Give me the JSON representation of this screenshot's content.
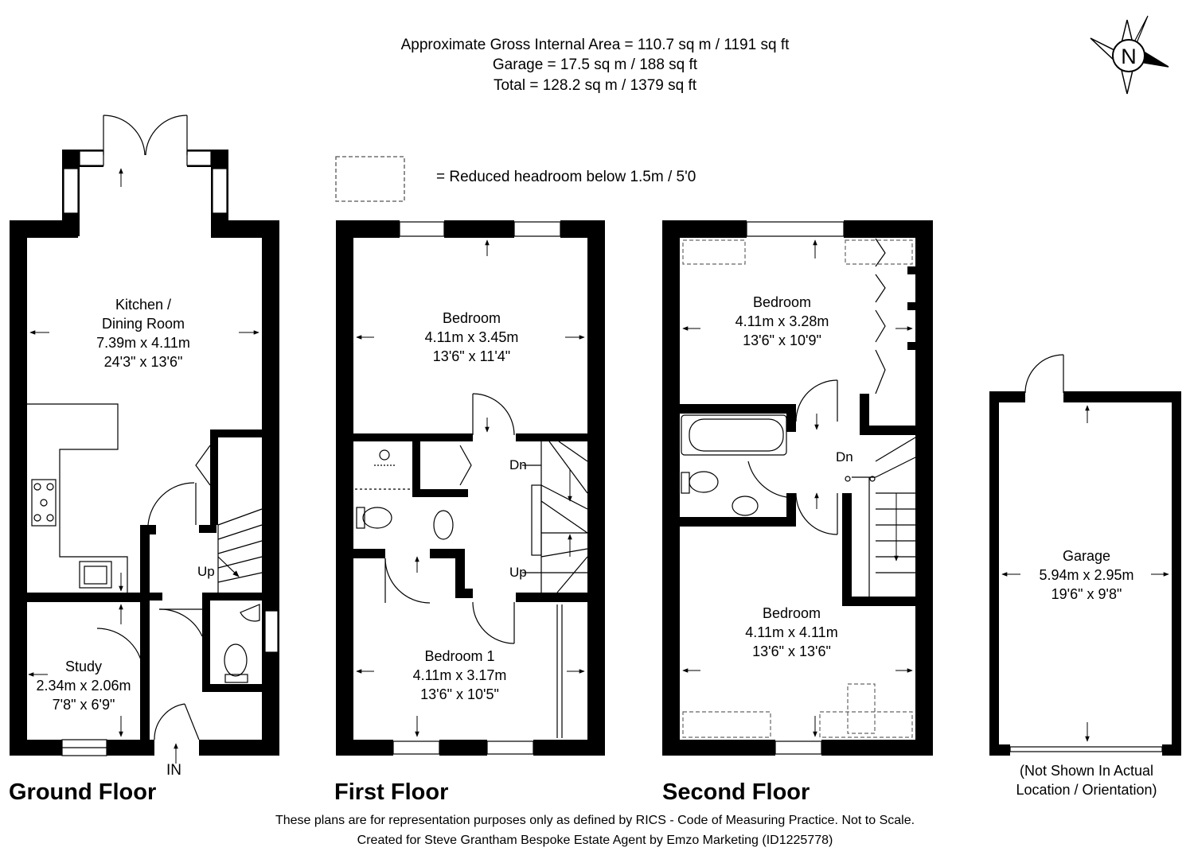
{
  "area_summary": {
    "line1": "Approximate Gross Internal Area = 110.7 sq m / 1191 sq ft",
    "line2": "Garage = 17.5 sq m / 188 sq ft",
    "line3": "Total = 128.2 sq m / 1379 sq ft"
  },
  "compass": {
    "label": "N"
  },
  "legend": {
    "headroom_text": "= Reduced headroom below 1.5m / 5'0"
  },
  "floors": {
    "ground": {
      "label": "Ground Floor",
      "entrance": "IN",
      "stairs_up": "Up",
      "kitchen": {
        "name1": "Kitchen /",
        "name2": "Dining Room",
        "metric": "7.39m x 4.11m",
        "imperial": "24'3\" x 13'6\""
      },
      "study": {
        "name": "Study",
        "metric": "2.34m x 2.06m",
        "imperial": "7'8\" x 6'9\""
      }
    },
    "first": {
      "label": "First Floor",
      "stairs_down": "Dn",
      "stairs_up": "Up",
      "bedroom": {
        "name": "Bedroom",
        "metric": "4.11m x 3.45m",
        "imperial": "13'6\" x 11'4\""
      },
      "bedroom1": {
        "name": "Bedroom 1",
        "metric": "4.11m x 3.17m",
        "imperial": "13'6\" x 10'5\""
      }
    },
    "second": {
      "label": "Second Floor",
      "stairs_down": "Dn",
      "bedroom_top": {
        "name": "Bedroom",
        "metric": "4.11m x 3.28m",
        "imperial": "13'6\" x 10'9\""
      },
      "bedroom_bottom": {
        "name": "Bedroom",
        "metric": "4.11m x 4.11m",
        "imperial": "13'6\" x 13'6\""
      }
    },
    "garage": {
      "name": "Garage",
      "metric": "5.94m x 2.95m",
      "imperial": "19'6\" x 9'8\"",
      "note1": "(Not Shown In Actual",
      "note2": "Location / Orientation)"
    }
  },
  "footer": {
    "line1": "These plans are for representation purposes only as defined by RICS - Code of Measuring Practice. Not to Scale.",
    "line2": "Created for Steve Grantham Bespoke Estate Agent by Emzo Marketing (ID1225778)"
  }
}
